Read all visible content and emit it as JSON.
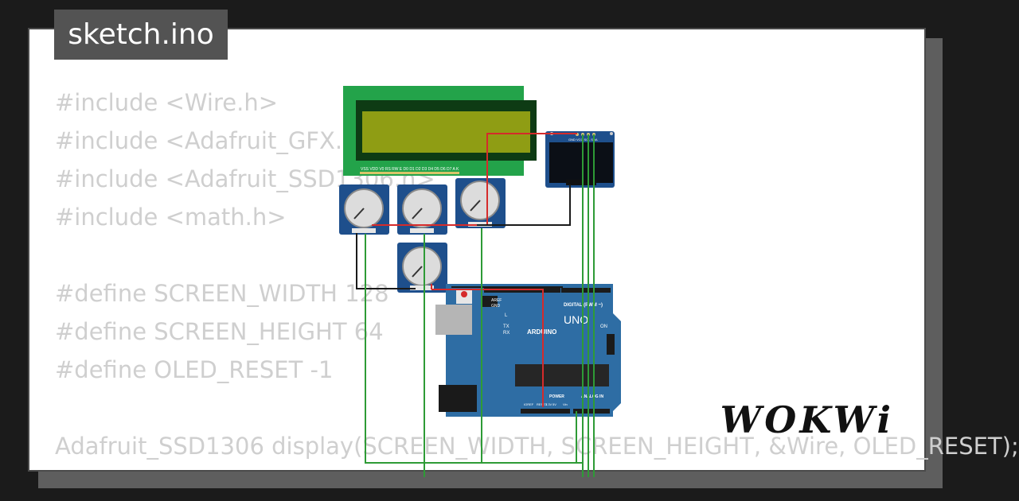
{
  "tab": {
    "label": "sketch.ino"
  },
  "code_lines": [
    "#include <Wire.h>",
    "#include <Adafruit_GFX.h>",
    "#include <Adafruit_SSD1306.h>",
    "#include <math.h>",
    "",
    "#define SCREEN_WIDTH 128",
    "#define SCREEN_HEIGHT 64",
    "#define OLED_RESET -1",
    "",
    "Adafruit_SSD1306 display(SCREEN_WIDTH, SCREEN_HEIGHT, &Wire, OLED_RESET);"
  ],
  "board": {
    "brand_label": "ARDUINO",
    "model_label": "UNO",
    "digital_label": "DIGITAL (PWM ~)",
    "power_label": "POWER",
    "analog_label": "ANALOG IN",
    "on_label": "ON",
    "tx_label": "TX",
    "rx_label": "RX",
    "l_label": "L",
    "aref_label": "AREF",
    "gnd_label": "GND",
    "ioref_label": "IOREF",
    "reset_label": "RESET",
    "v33_label": "3.3V",
    "v5_label": "5V",
    "vin_label": "Vin"
  },
  "lcd": {
    "pin_labels": "VSS VDD V0 RS RW E D0 D1 D2 D3 D4 D5 D6 D7 A K"
  },
  "oled": {
    "pin_labels": "GND VCC SCL SDA"
  },
  "logo": {
    "text": "WOKWi"
  },
  "colors": {
    "wire_red": "#d52b2b",
    "wire_green": "#2e9b36",
    "wire_black": "#1a1a1a",
    "board_blue": "#2e6da4",
    "lcd_green": "#23a34a",
    "screen_olive": "#8f9d14"
  }
}
